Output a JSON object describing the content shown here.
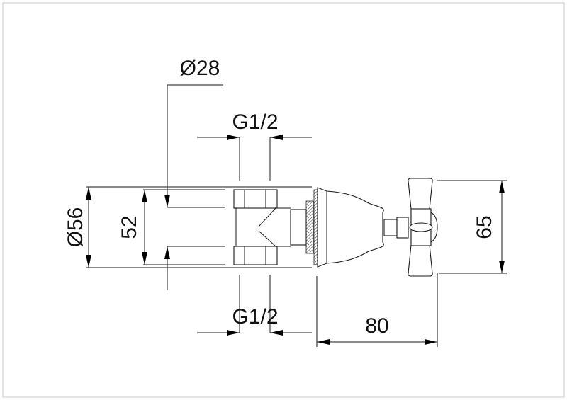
{
  "drawing": {
    "border_color": "#c8c8c8",
    "dimensions": {
      "diameter_top": "Ø28",
      "thread_top": "G1/2",
      "thread_bottom": "G1/2",
      "outer_diameter": "Ø56",
      "height_52": "52",
      "length": "80",
      "handle_height": "65"
    }
  }
}
